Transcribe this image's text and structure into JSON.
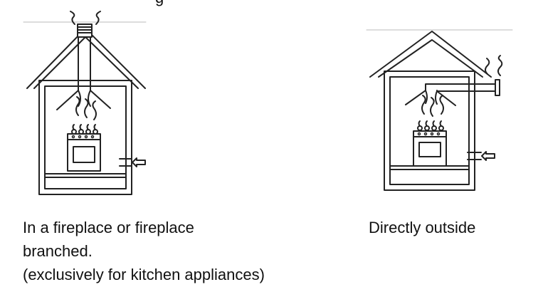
{
  "top_fragment": "g",
  "left": {
    "caption_lines": [
      "In a fireplace or fireplace",
      "branched.",
      "(exclusively for kitchen appliances)"
    ]
  },
  "right": {
    "caption_lines": [
      "Directly outside"
    ]
  },
  "colors": {
    "line": "#222222",
    "text": "#111111",
    "background": "#ffffff"
  }
}
